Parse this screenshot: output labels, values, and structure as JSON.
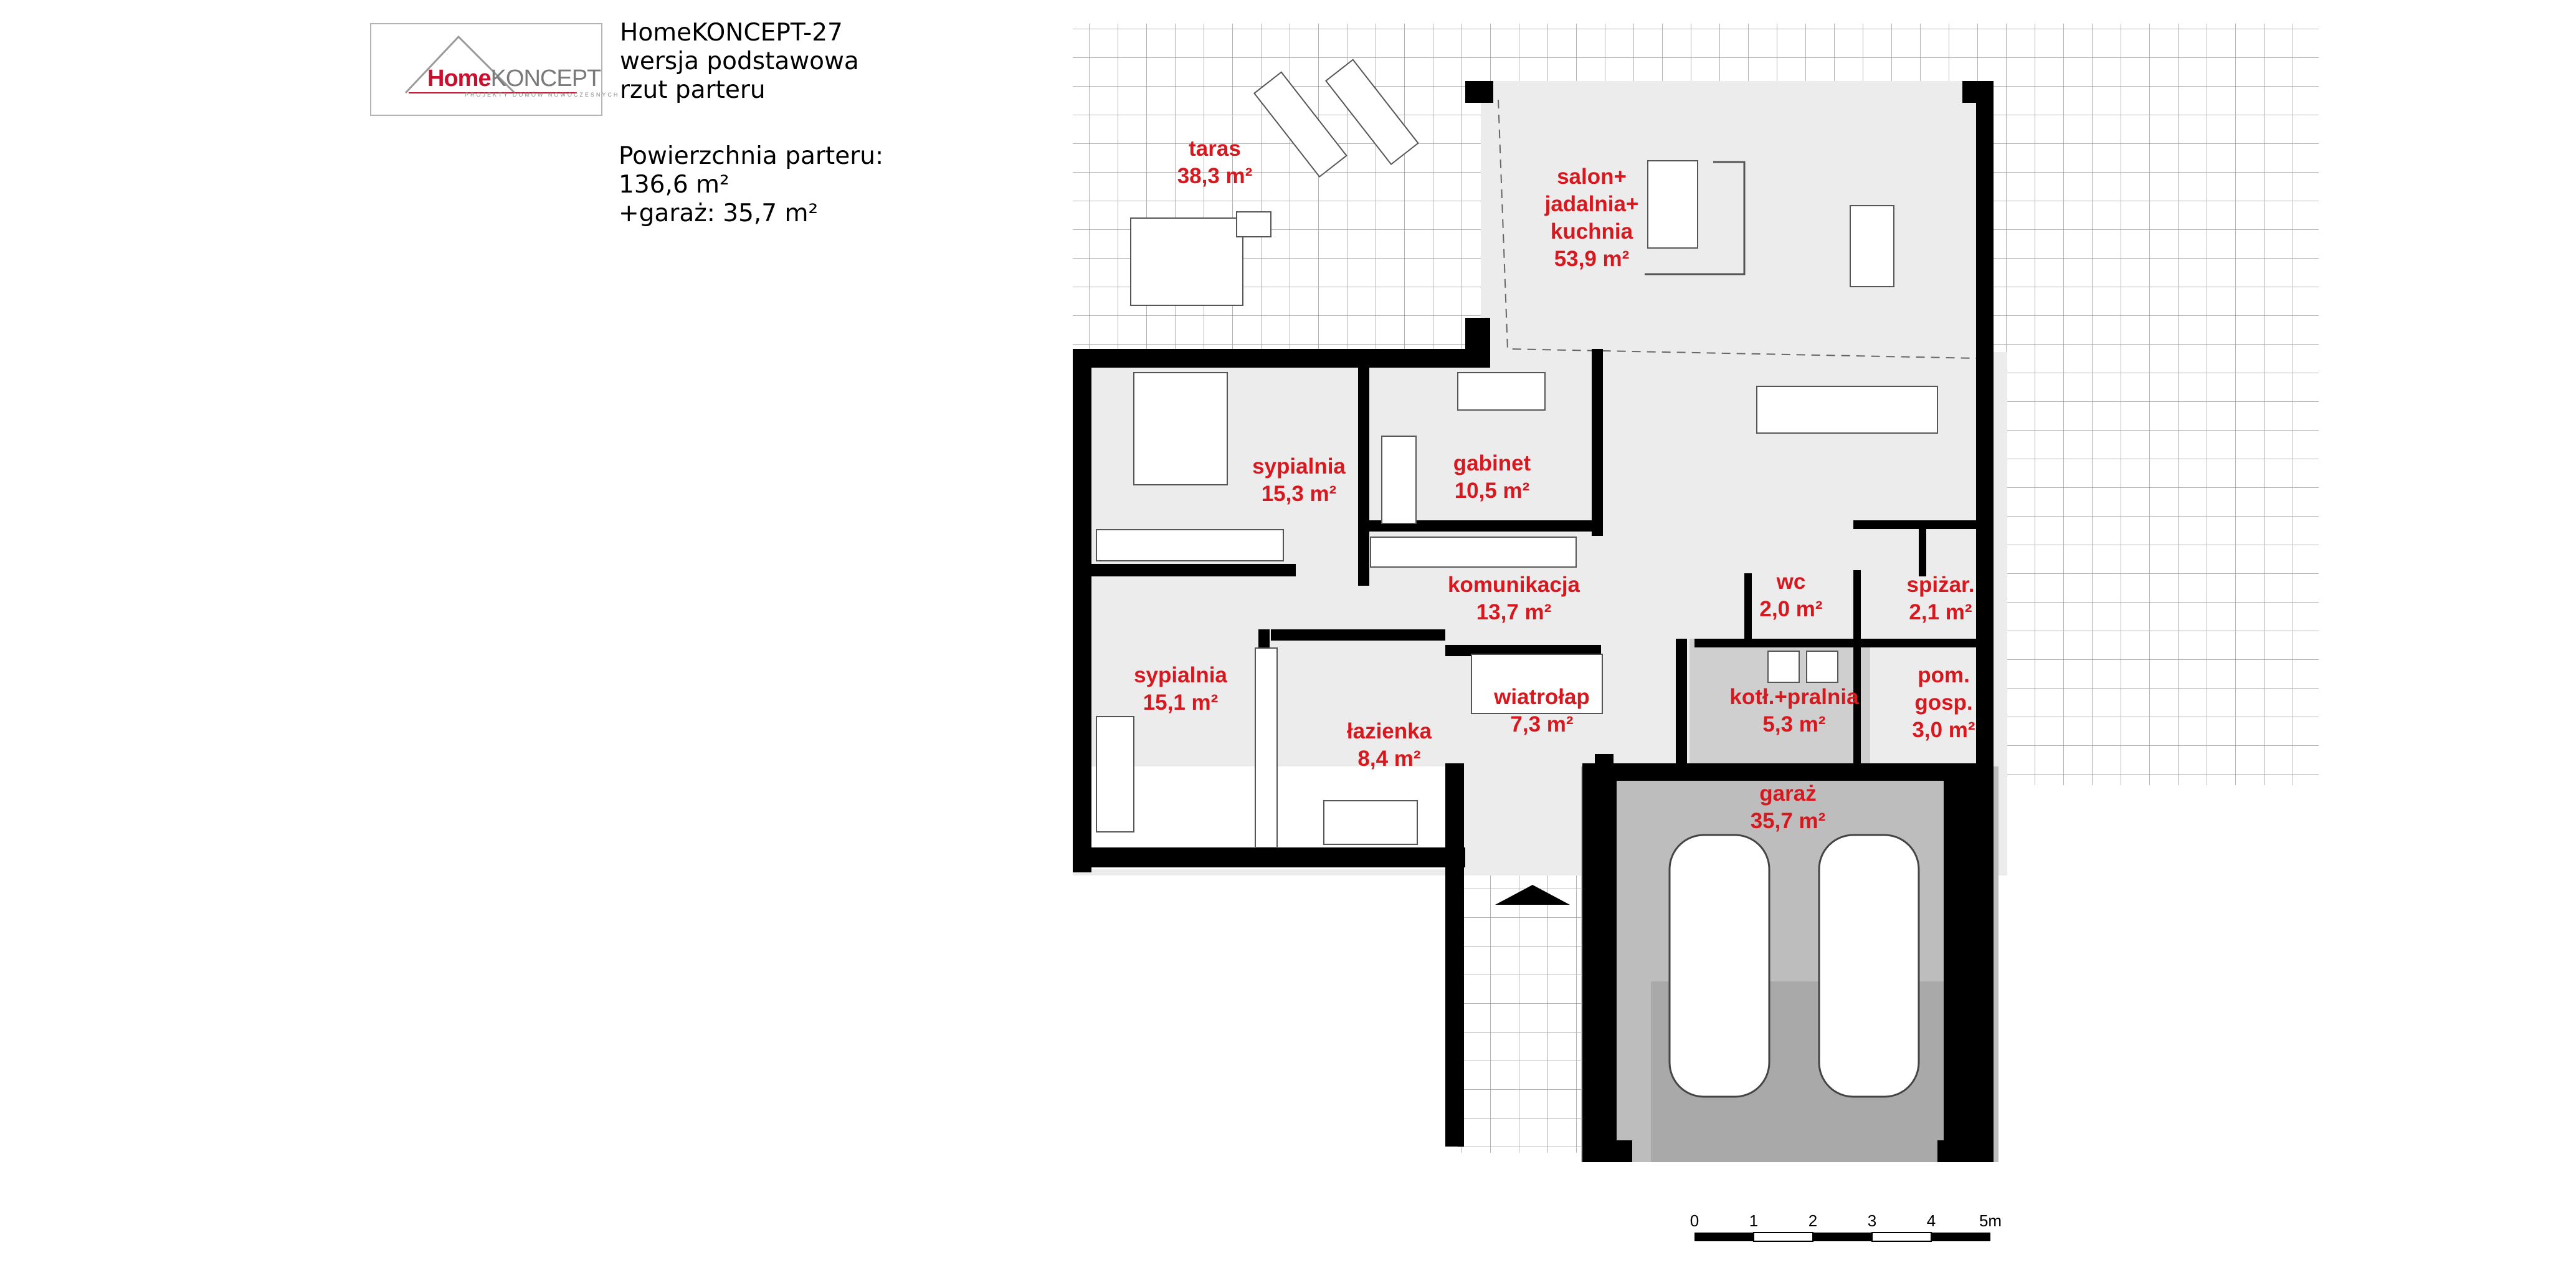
{
  "logo": {
    "brand_home": "Home",
    "brand_koncept": "KONCEPT",
    "tagline": "PROJEKTY DOMÓW NOWOCZESNYCH",
    "accent_color": "#c8102e",
    "secondary_color": "#7a7a7a"
  },
  "title": {
    "project": "HomeKONCEPT-27",
    "variant": "wersja podstawowa",
    "view": "rzut parteru"
  },
  "area": {
    "label": "Powierzchnia parteru:",
    "value": "136,6 m²",
    "garage": "+garaż: 35,7 m²"
  },
  "rooms": [
    {
      "id": "taras",
      "lines": [
        "taras",
        "38,3 m²"
      ]
    },
    {
      "id": "salon",
      "lines": [
        "salon+",
        "jadalnia+",
        "kuchnia",
        "53,9 m²"
      ]
    },
    {
      "id": "sypialnia1",
      "lines": [
        "sypialnia",
        "15,3 m²"
      ]
    },
    {
      "id": "gabinet",
      "lines": [
        "gabinet",
        "10,5 m²"
      ]
    },
    {
      "id": "komunikacja",
      "lines": [
        "komunikacja",
        "13,7 m²"
      ]
    },
    {
      "id": "wc",
      "lines": [
        "wc",
        "2,0 m²"
      ]
    },
    {
      "id": "spizarnia",
      "lines": [
        "spiżar.",
        "2,1 m²"
      ]
    },
    {
      "id": "sypialnia2",
      "lines": [
        "sypialnia",
        "15,1 m²"
      ]
    },
    {
      "id": "lazienka",
      "lines": [
        "łazienka",
        "8,4 m²"
      ]
    },
    {
      "id": "wiatrolap",
      "lines": [
        "wiatrołap",
        "7,3 m²"
      ]
    },
    {
      "id": "kotlownia",
      "lines": [
        "kotł.+pralnia",
        "5,3 m²"
      ]
    },
    {
      "id": "pomgosp",
      "lines": [
        "pom.",
        "gosp.",
        "3,0 m²"
      ]
    },
    {
      "id": "garaz",
      "lines": [
        "garaż",
        "35,7 m²"
      ]
    }
  ],
  "scale_bar": {
    "ticks": [
      "0",
      "1",
      "2",
      "3",
      "4",
      "5m"
    ]
  },
  "colors": {
    "wall": "#000000",
    "floor": "#ececec",
    "garage_floor": "#bdbdbd",
    "label": "#d7191f",
    "paving_line": "#9a9a9a"
  }
}
